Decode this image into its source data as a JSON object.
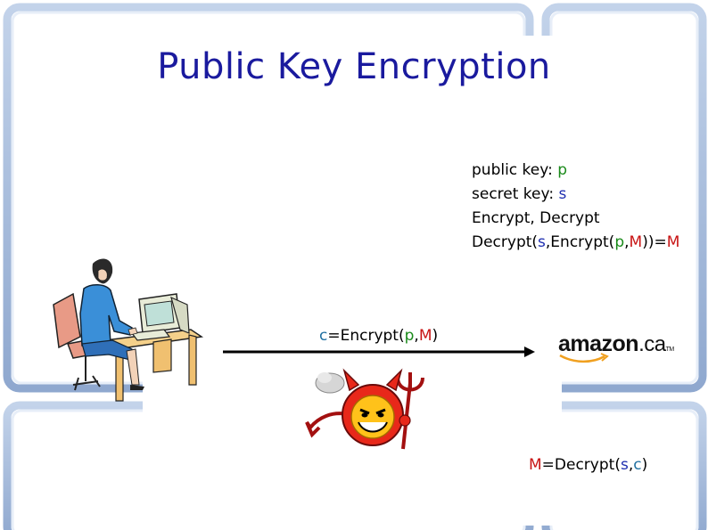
{
  "slide": {
    "title": "Public Key Encryption",
    "colors": {
      "title": "#1a1a9e",
      "green": "#1a8a1a",
      "blue": "#1f2fb0",
      "red": "#c81414",
      "frame": "#a9bedc"
    }
  },
  "keys": {
    "line1_prefix": "public key: ",
    "line1_p": "p",
    "line2_prefix": "secret key: ",
    "line2_s": "s",
    "line3": "Encrypt, Decrypt",
    "line4_a": "Decrypt(",
    "line4_s": "s",
    "line4_b": ",Encrypt(",
    "line4_p": "p",
    "line4_c": ",",
    "line4_M": "M",
    "line4_d": "))=",
    "line4_M2": "M"
  },
  "cipher": {
    "c": "c",
    "eq": "=Encrypt(",
    "p": "p",
    "comma": ",",
    "M": "M",
    "close": ")"
  },
  "decrypt": {
    "M": "M",
    "eq": "=Decrypt(",
    "s": "s",
    "comma": ",",
    "c": "c",
    "close": ")"
  },
  "logo": {
    "word": "amazon",
    "suffix": ".ca",
    "tm": "TM"
  },
  "icons": [
    "woman-at-computer-icon",
    "devil-icon",
    "amazon-logo-icon",
    "arrow-icon"
  ]
}
